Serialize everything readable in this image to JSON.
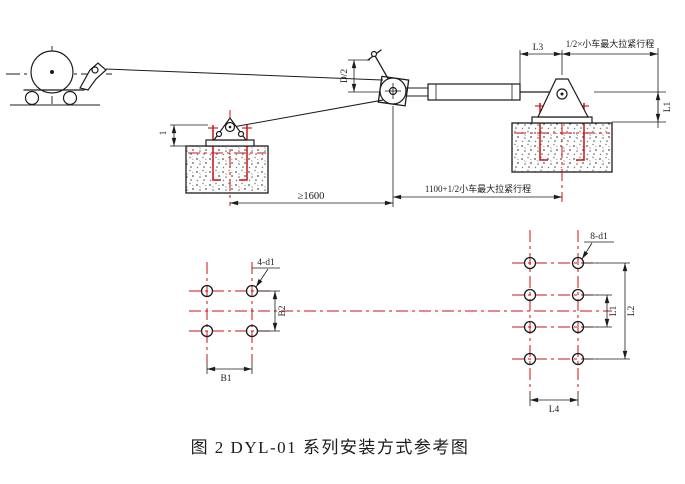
{
  "figure": {
    "caption": "图 2 DYL-01 系列安装方式参考图"
  },
  "colors": {
    "line": "#1c1c1c",
    "centerline_red": "#cc1111",
    "background": "#ffffff"
  },
  "side_view": {
    "top_travel_dim": "1/2×小车最大拉紧行程",
    "l3": "L3",
    "l1": "L1",
    "d_half": "D/2",
    "bolt_height": "1",
    "min_span": "≥1600",
    "span_travel": "1100+1/2小车最大拉紧行程"
  },
  "plan_view": {
    "left_pattern": {
      "holes": "4-d1",
      "b1": "B1",
      "b2": "B2"
    },
    "right_pattern": {
      "holes": "8-d1",
      "l1": "L1",
      "l2": "L2",
      "l4": "L4"
    }
  }
}
